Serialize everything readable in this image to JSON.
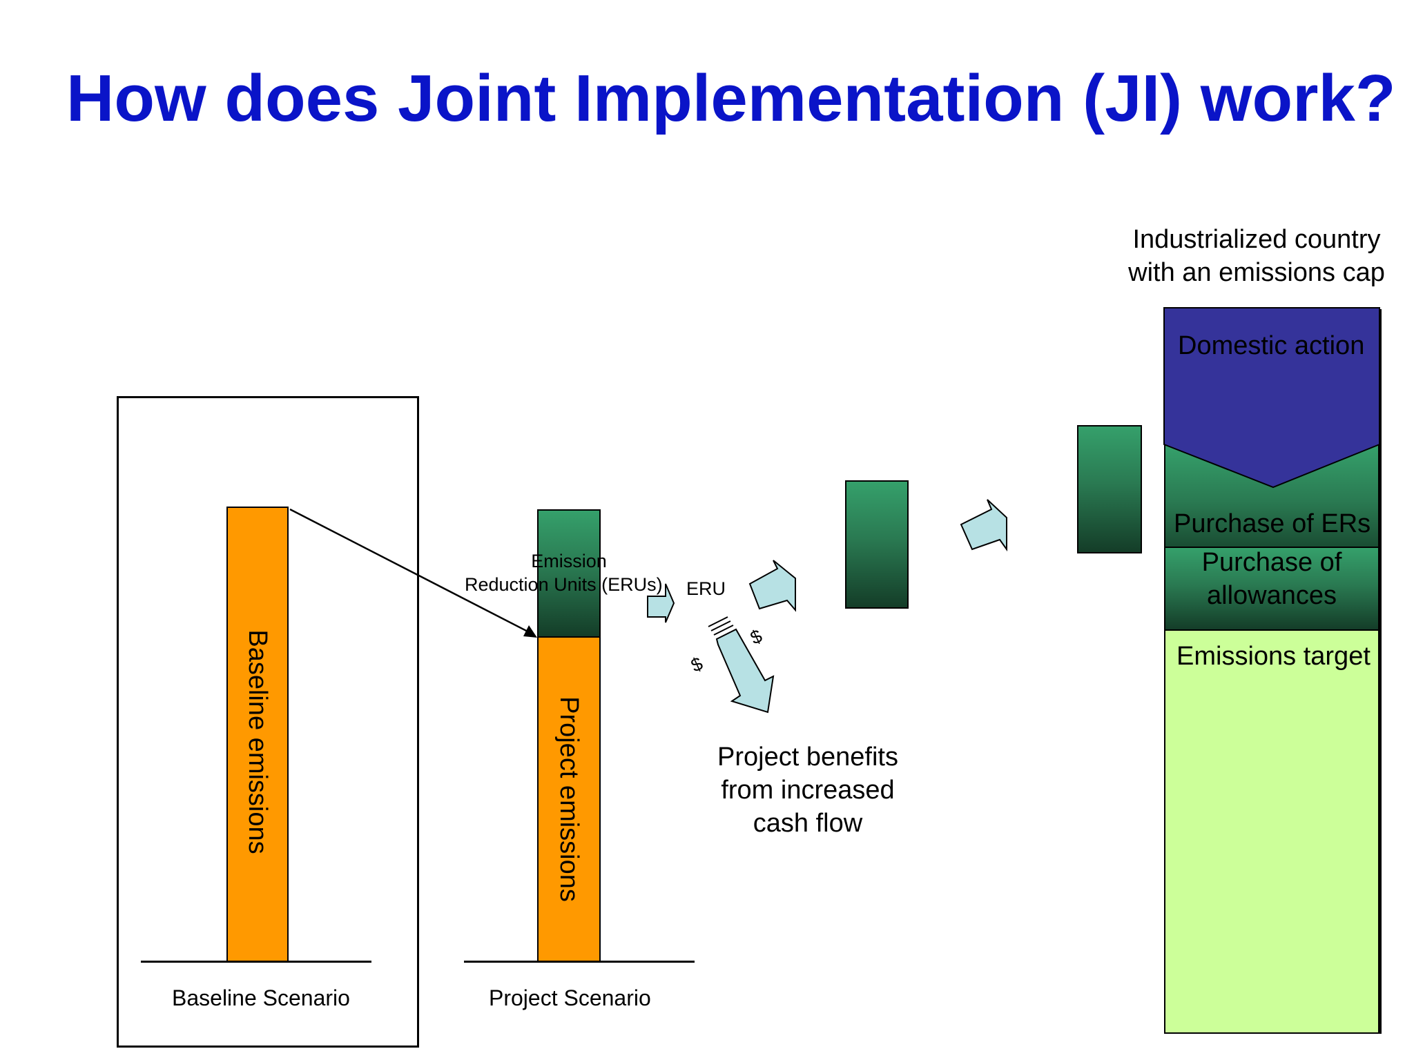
{
  "title": "How does Joint Implementation (JI) work?",
  "baseline": {
    "bar_label": "Baseline emissions",
    "scenario_label": "Baseline Scenario"
  },
  "project": {
    "bar_label": "Project  emissions",
    "scenario_label": "Project Scenario",
    "eru_label_line1": "Emission",
    "eru_label_line2": "Reduction Units (ERUs)"
  },
  "flow": {
    "eru_label": "ERU",
    "dollar_1": "$",
    "dollar_2": "$",
    "benefit_line1": "Project  benefits",
    "benefit_line2": "from  increased",
    "benefit_line3": "cash flow"
  },
  "industrialized": {
    "heading_line1": "Industrialized country",
    "heading_line2": "with an emissions cap",
    "domestic_action": "Domestic action",
    "purchase_ers": "Purchase of ERs",
    "purchase_allowances_line1": "Purchase of",
    "purchase_allowances_line2": "allowances",
    "emissions_target": "Emissions target"
  },
  "colors": {
    "title": "#0a14c8",
    "orange": "#ff9900",
    "green": "#2a7a52",
    "navy": "#35339a",
    "lime": "#ccff99",
    "arrow_fill": "#b7e1e4"
  }
}
